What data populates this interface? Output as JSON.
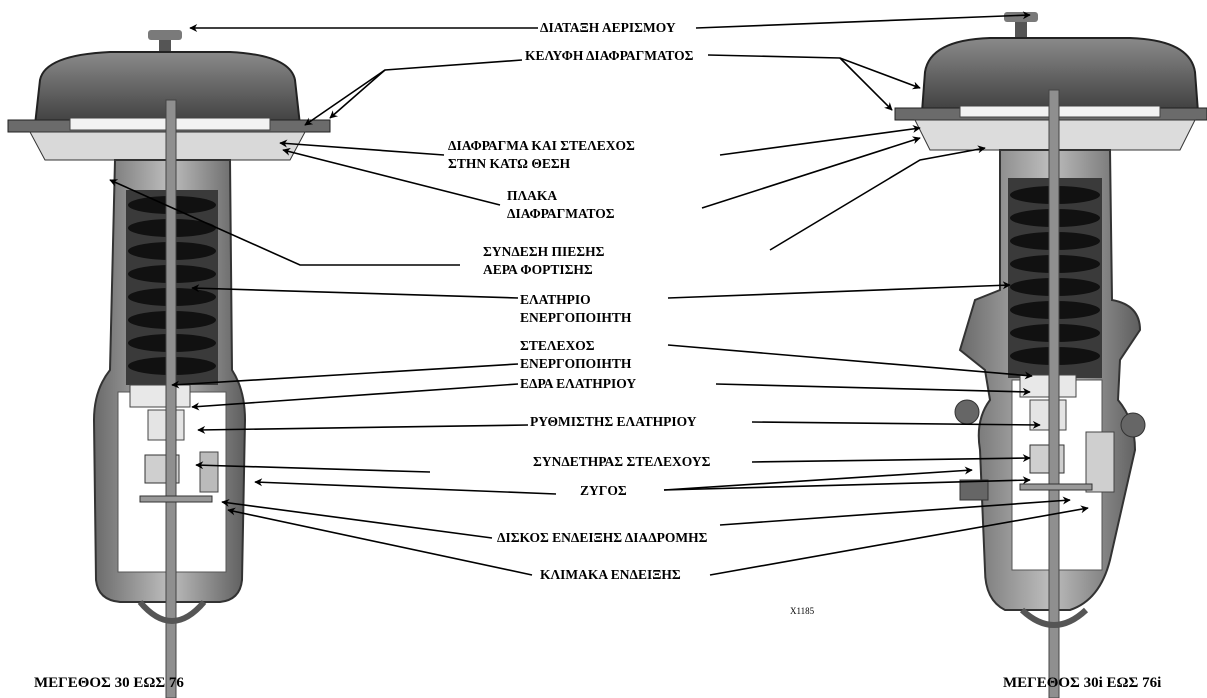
{
  "labels": {
    "vent": "ΔΙΑΤΑΞΗ ΑΕΡΙΣΜΟΥ",
    "casings": "ΚΕΛΥΦΗ ΔΙΑΦΡΑΓΜΑΤΟΣ",
    "diaphragm_1": "ΔΙΑΦΡΑΓΜΑ ΚΑΙ ΣΤΕΛΕΧΟΣ",
    "diaphragm_2": "ΣΤΗΝ ΚΑΤΩ ΘΕΣΗ",
    "plate_1": "ΠΛΑΚΑ",
    "plate_2": "ΔΙΑΦΡΑΓΜΑΤΟΣ",
    "conn_1": "ΣΥΝΔΕΣΗ ΠΙΕΣΗΣ",
    "conn_2": "ΑΕΡΑ ΦΟΡΤΙΣΗΣ",
    "spring_1": "ΕΛΑΤΗΡΙΟ",
    "spring_2": "ΕΝΕΡΓΟΠΟΙΗΤΗ",
    "stem_1": "ΣΤΕΛΕΧΟΣ",
    "stem_2": "ΕΝΕΡΓΟΠΟΙΗΤΗ",
    "seat": "ΕΔΡΑ ΕΛΑΤΗΡΙΟΥ",
    "adjuster": "ΡΥΘΜΙΣΤΗΣ ΕΛΑΤΗΡΙΟΥ",
    "connector": "ΣΥΝΔΕΤΗΡΑΣ ΣΤΕΛΕΧΟΥΣ",
    "yoke": "ΖΥΓΟΣ",
    "disk": "ΔΙΣΚΟΣ ΕΝΔΕΙΞΗΣ ΔΙΑΔΡΟΜΗΣ",
    "scale": "ΚΛΙΜΑΚΑ ΕΝΔΕΙΞΗΣ"
  },
  "captions": {
    "left": "ΜΕΓΕΘΟΣ 30 ΕΩΣ 76",
    "right": "ΜΕΓΕΘΟΣ 30i ΕΩΣ 76i"
  },
  "figure_code": "X1185"
}
